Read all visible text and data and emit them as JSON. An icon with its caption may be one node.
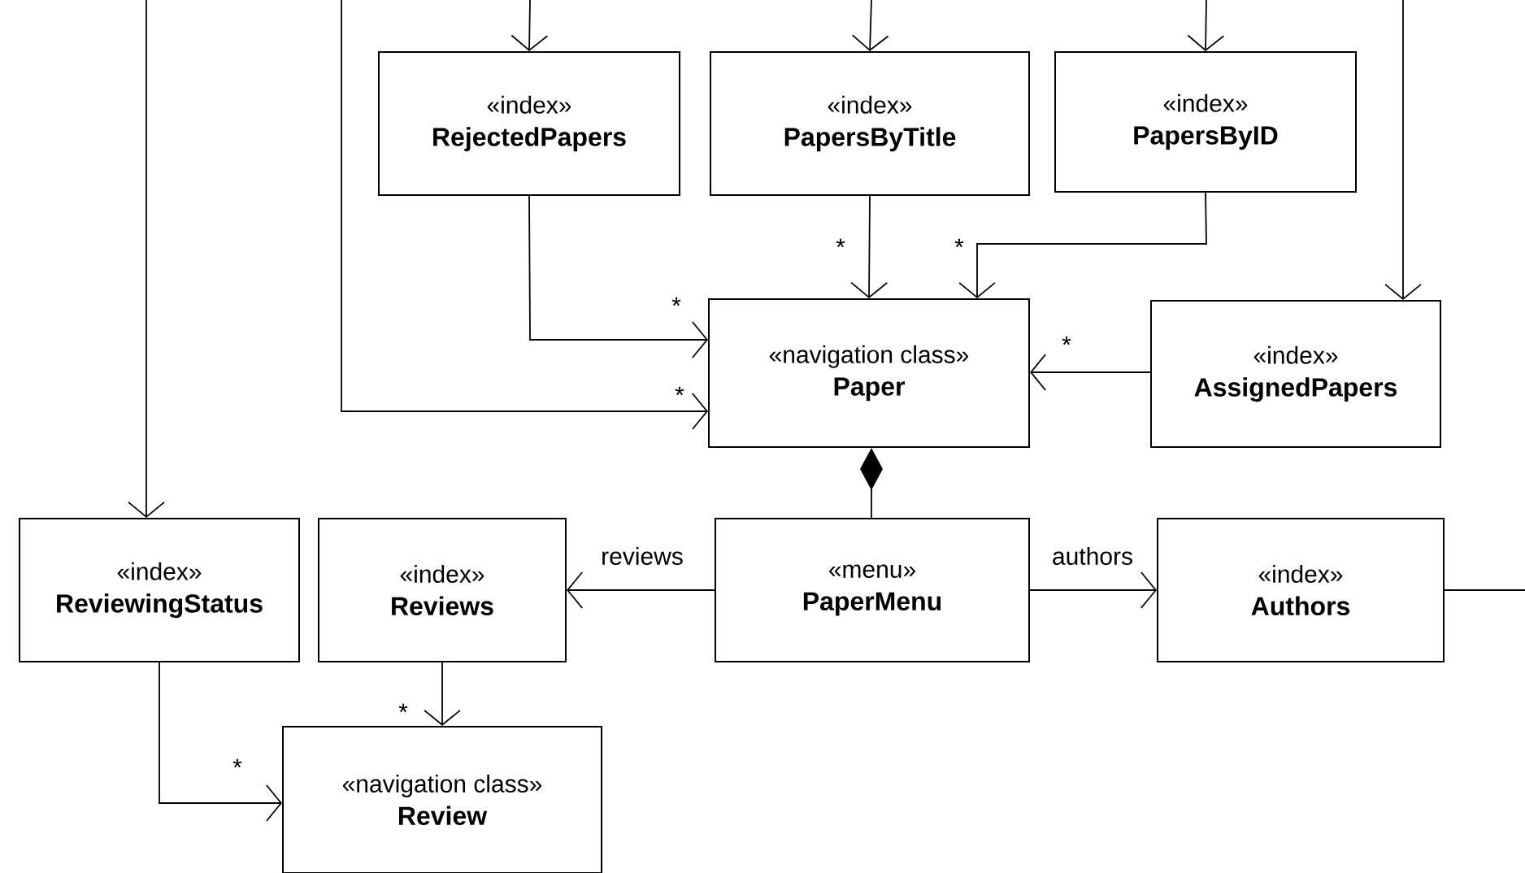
{
  "diagram": {
    "nodes": [
      {
        "text": [
          "«index»",
          "RejectedPapers"
        ]
      },
      {
        "text": [
          "«index»",
          "PapersByTitle"
        ]
      },
      {
        "text": [
          "«index»",
          "PapersByID"
        ]
      },
      {
        "text": [
          "«navigation class»",
          "Paper"
        ]
      },
      {
        "text": [
          "«index»",
          "AssignedPapers"
        ]
      },
      {
        "text": [
          "«index»",
          "ReviewingStatus"
        ]
      },
      {
        "text": [
          "«index»",
          "Reviews"
        ]
      },
      {
        "text": [
          "«menu»",
          "PaperMenu"
        ]
      },
      {
        "text": [
          "«index»",
          "Authors"
        ]
      },
      {
        "text": [
          "«navigation class»",
          "Review"
        ]
      }
    ],
    "edges": [
      {
        "from": null,
        "to": 0,
        "arrow": "to"
      },
      {
        "from": null,
        "to": 1,
        "arrow": "to"
      },
      {
        "from": null,
        "to": 2,
        "arrow": "to"
      },
      {
        "from": null,
        "to": 4,
        "arrow": "to"
      },
      {
        "from": null,
        "to": 5,
        "arrow": "to"
      },
      {
        "from": null,
        "to": 3,
        "arrow": "to",
        "label": "*"
      },
      {
        "from": 0,
        "to": 3,
        "arrow": "to",
        "label": "*"
      },
      {
        "from": 1,
        "to": 3,
        "arrow": "to",
        "label": "*"
      },
      {
        "from": 2,
        "to": 3,
        "arrow": "to",
        "label": "*"
      },
      {
        "from": 4,
        "to": 3,
        "arrow": "to",
        "label": "*"
      },
      {
        "from": 7,
        "to": 3,
        "arrow": "other"
      },
      {
        "from": 7,
        "to": 6,
        "arrow": "to",
        "label": "reviews"
      },
      {
        "from": 7,
        "to": 8,
        "arrow": "to",
        "label": "authors"
      },
      {
        "from": 8,
        "to": null,
        "arrow": "none"
      },
      {
        "from": 6,
        "to": 9,
        "arrow": "to",
        "label": "*"
      },
      {
        "from": 5,
        "to": 9,
        "arrow": "to",
        "label": "*"
      }
    ]
  }
}
